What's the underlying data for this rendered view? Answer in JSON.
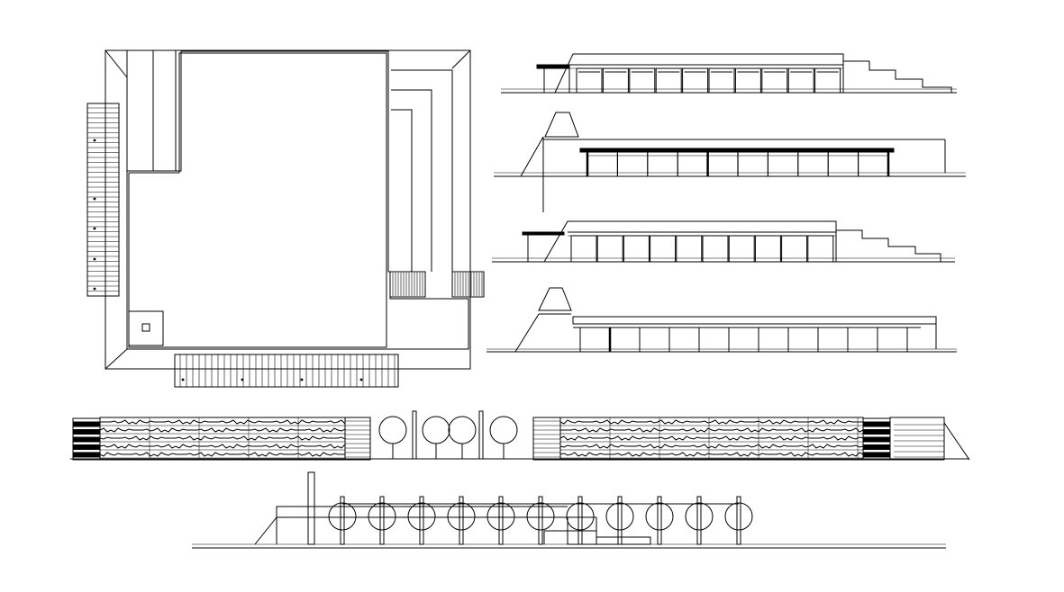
{
  "drawing": {
    "background": "#ffffff",
    "line_color": "#000000",
    "views": [
      {
        "id": "floor-plan",
        "kind": "plan"
      },
      {
        "id": "elevation-1",
        "kind": "elevation"
      },
      {
        "id": "elevation-2",
        "kind": "elevation"
      },
      {
        "id": "elevation-3",
        "kind": "elevation"
      },
      {
        "id": "elevation-4",
        "kind": "elevation"
      },
      {
        "id": "long-section-1",
        "kind": "section"
      },
      {
        "id": "long-section-2",
        "kind": "elevation"
      }
    ],
    "text_labels": []
  }
}
